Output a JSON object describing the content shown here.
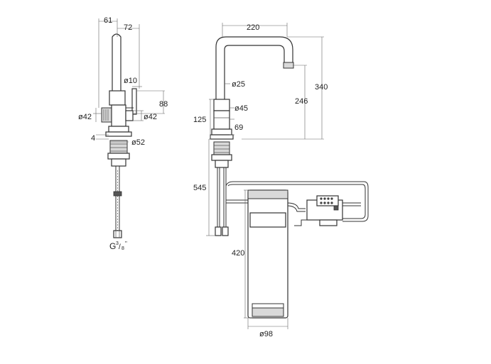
{
  "side_view": {
    "dim_61": "61",
    "dim_72": "72",
    "dim_10": "ø10",
    "dim_88": "88",
    "dim_42_left": "ø42",
    "dim_42_right": "ø42",
    "dim_4": "4",
    "dim_52": "ø52",
    "thread": "G",
    "thread_num": "3",
    "thread_den": "8",
    "thread_mark": "\""
  },
  "front_view": {
    "dim_220": "220",
    "dim_340": "340",
    "dim_246": "246",
    "dim_25": "ø25",
    "dim_125": "125",
    "dim_45": "ø45",
    "dim_69": "69",
    "dim_545": "545",
    "dim_420": "420",
    "dim_98": "ø98"
  }
}
